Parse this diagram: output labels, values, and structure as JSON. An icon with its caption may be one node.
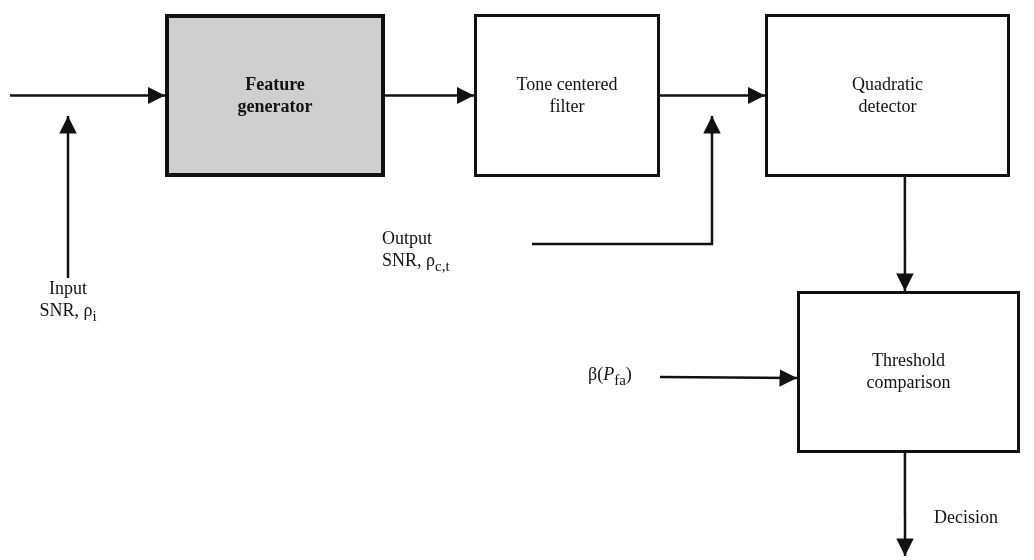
{
  "diagram": {
    "nodes": [
      {
        "text": [
          "Feature generator"
        ]
      },
      {
        "text": [
          "Tone centered filter"
        ]
      },
      {
        "text": [
          "Quadratic detector"
        ]
      },
      {
        "text": [
          "Threshold comparison"
        ]
      },
      {
        "text": [
          "Input SNR, ρ$_{i}$"
        ]
      },
      {
        "text": [
          "Output SNR, ρ$_{c,t}$"
        ]
      },
      {
        "text": [
          "β(*P*$_{fa}$)"
        ]
      }
    ],
    "edges": [
      {
        "from": null,
        "to": 0,
        "arrow": "to"
      },
      {
        "from": 0,
        "to": 1,
        "arrow": "to"
      },
      {
        "from": 1,
        "to": 2,
        "arrow": "to"
      },
      {
        "from": 2,
        "to": 3,
        "arrow": "to"
      },
      {
        "from": 6,
        "to": 3,
        "arrow": "to"
      },
      {
        "from": 3,
        "to": null,
        "arrow": "to",
        "label": "Decision"
      },
      {
        "from": 4,
        "to": null,
        "arrow": "to"
      },
      {
        "from": 5,
        "to": null,
        "arrow": "to"
      }
    ]
  }
}
